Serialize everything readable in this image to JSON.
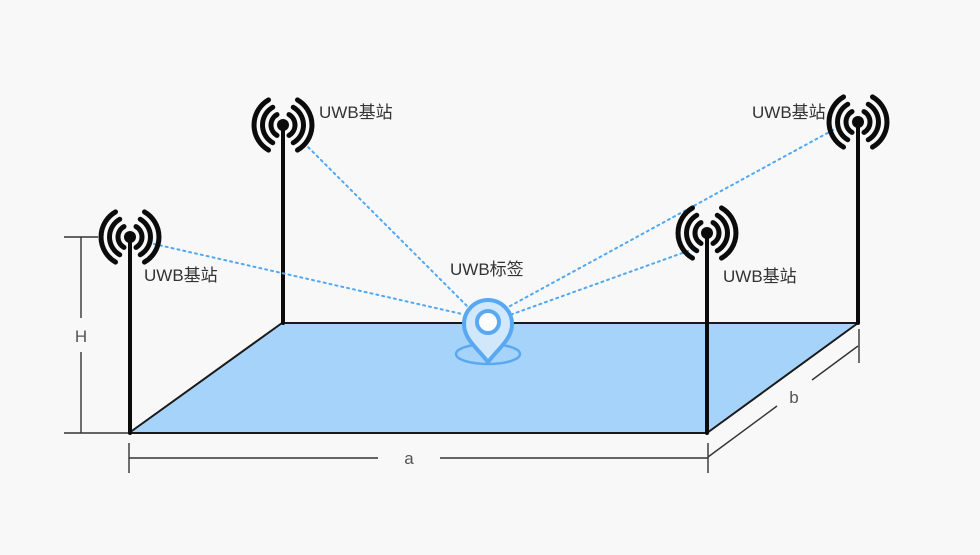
{
  "diagram": {
    "title_hint": "UWB positioning scene",
    "anchors": [
      {
        "label": "UWB基站"
      },
      {
        "label": "UWB基站"
      },
      {
        "label": "UWB基站"
      },
      {
        "label": "UWB基站"
      }
    ],
    "tag": {
      "label": "UWB标签"
    },
    "dimensions": {
      "height_label": "H",
      "length_label": "a",
      "width_label": "b"
    },
    "colors": {
      "background": "#f8f8f8",
      "floor_fill": "#a6d3fa",
      "outline": "#1a1a1a",
      "signal_line": "#4fa8f5",
      "pin_stroke": "#58a8f2",
      "pin_fill": "#d0e7fc",
      "pin_inner_fill": "#fdfdfd",
      "dim_text": "#555555",
      "label_text": "#333333"
    }
  }
}
